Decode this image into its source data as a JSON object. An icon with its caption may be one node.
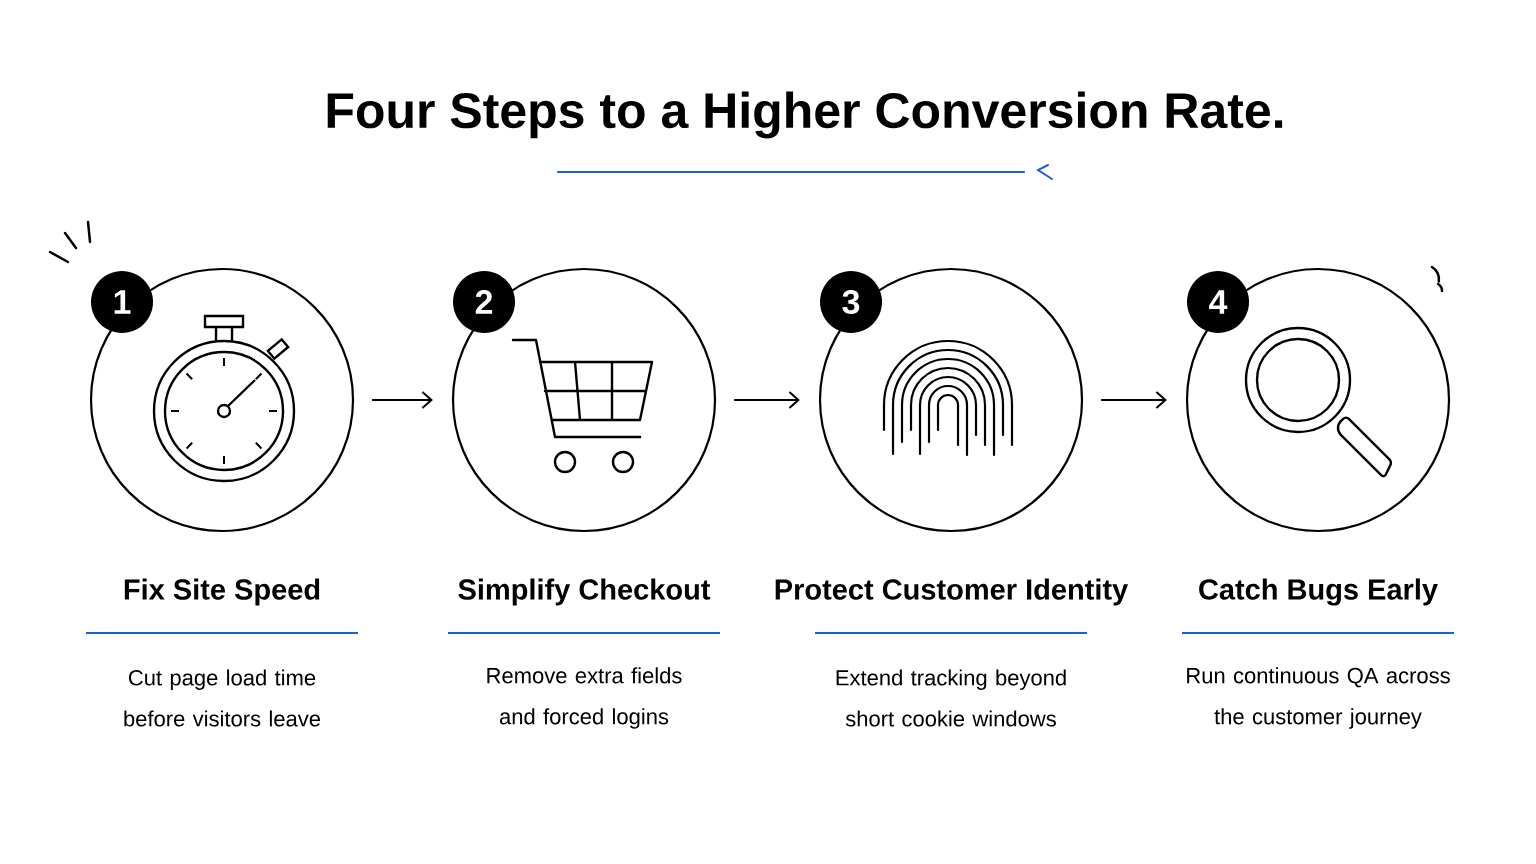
{
  "diagram": {
    "title": "Four Steps to a Higher Conversion Rate.",
    "nodes": [
      {
        "text": [
          "1",
          "Fix Site Speed"
        ],
        "beside": [
          "Cut page load time before visitors leave"
        ]
      },
      {
        "text": [
          "2",
          "Simplify Checkout"
        ],
        "beside": [
          "Remove extra fields and forced logins"
        ]
      },
      {
        "text": [
          "3",
          "Protect Customer Identity"
        ],
        "beside": [
          "Extend tracking beyond short cookie windows"
        ]
      },
      {
        "text": [
          "4",
          "Catch Bugs Early"
        ],
        "beside": [
          "Run continuous QA across the customer journey"
        ]
      }
    ],
    "edges": [
      {
        "from": 0,
        "to": 1,
        "arrow": "to"
      },
      {
        "from": 1,
        "to": 2,
        "arrow": "to"
      },
      {
        "from": 2,
        "to": 3,
        "arrow": "to"
      }
    ]
  }
}
